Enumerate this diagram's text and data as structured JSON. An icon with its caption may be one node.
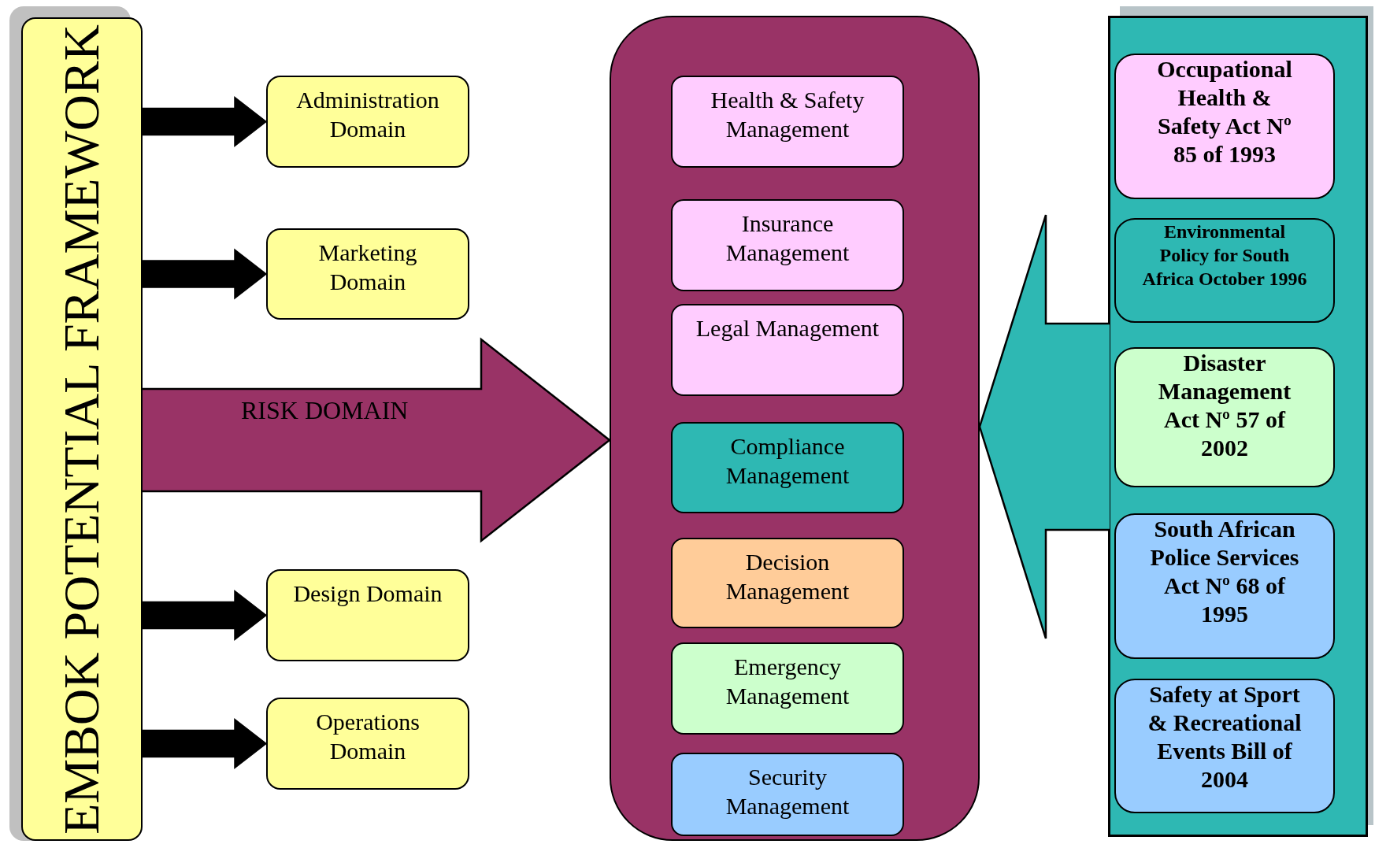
{
  "diagram": {
    "nodes": [
      {
        "text": [
          "EMBOK POTENTIAL FRAMEWORK"
        ]
      },
      {
        "text": [
          "Administration Domain"
        ]
      },
      {
        "text": [
          "Marketing Domain"
        ]
      },
      {
        "text": [
          "Design Domain"
        ]
      },
      {
        "text": [
          "Operations Domain"
        ]
      },
      {
        "text": [],
        "shape": "box"
      },
      {
        "text": [
          "Health & Safety Management"
        ],
        "in": 5
      },
      {
        "text": [
          "Insurance Management"
        ],
        "in": 5
      },
      {
        "text": [
          "Legal Management"
        ],
        "in": 5
      },
      {
        "text": [
          "Compliance Management"
        ],
        "in": 5
      },
      {
        "text": [
          "Decision Management"
        ],
        "in": 5
      },
      {
        "text": [
          "Emergency Management"
        ],
        "in": 5
      },
      {
        "text": [
          "Security Management"
        ],
        "in": 5
      },
      {
        "text": [],
        "shape": "box"
      },
      {
        "text": [
          "Occupational Health & Safety Act Nº 85 of 1993"
        ],
        "in": 13
      },
      {
        "text": [
          "Environmental Policy for South Africa October 1996"
        ],
        "in": 13
      },
      {
        "text": [
          "Disaster Management Act Nº 57 of 2002"
        ],
        "in": 13
      },
      {
        "text": [
          "South African Police Services Act Nº 68 of 1995"
        ],
        "in": 13
      },
      {
        "text": [
          "Safety at Sport & Recreational Events Bill of 2004"
        ],
        "in": 13
      }
    ],
    "edges": [
      {
        "from": 0,
        "to": 1,
        "arrow": "to"
      },
      {
        "from": 0,
        "to": 2,
        "arrow": "to"
      },
      {
        "from": 0,
        "to": 3,
        "arrow": "to"
      },
      {
        "from": 0,
        "to": 4,
        "arrow": "to"
      },
      {
        "from": 0,
        "to": 5,
        "arrow": "to",
        "label": "RISK DOMAIN",
        "style": "thick",
        "color": "#993366"
      },
      {
        "from": 13,
        "to": 5,
        "arrow": "to",
        "style": "thick",
        "color": "#2eb8b3"
      }
    ]
  }
}
